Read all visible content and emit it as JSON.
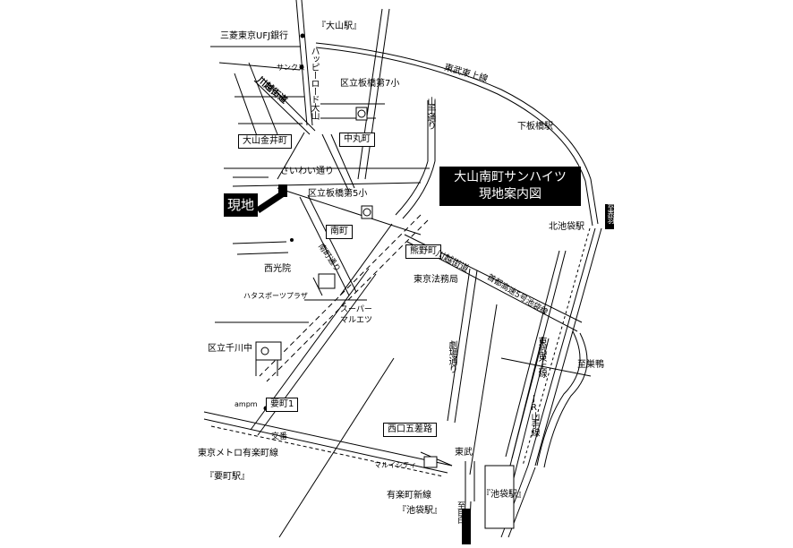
{
  "title": {
    "line1": "大山南町サンハイツ",
    "line2": "現地案内図"
  },
  "site_marker": "現地",
  "boxes": {
    "oyama_kanaicho": "大山金井町",
    "nakamarucho": "中丸町",
    "minamicho": "南町",
    "kumanocho": "熊野町",
    "kanamecho1": "要町1",
    "nishiguchi": "西口五差路"
  },
  "stations": {
    "oyama": "『大山駅』",
    "kanamecho": "『要町駅』",
    "ikebukuro_tobu": "『池袋駅』",
    "ikebukuro_yurakucho": "『池袋駅』"
  },
  "labels": {
    "mufg": "三菱東京UFJ銀行",
    "sunkus": "サンクス",
    "happy_road": "ハッピーロード大山",
    "itabashi7": "区立板橋第7小",
    "tobu_tojo": "東武東上線",
    "shimoitabashi": "下板橋駅",
    "yamate_dori": "山手通り",
    "kawagoe_kaido_top": "川越街道",
    "saiwai_dori": "さいわい通り",
    "itabashi5": "区立板橋第5小",
    "kitaikebukuro": "北池袋駅",
    "saikoin": "西光院",
    "hatasu": "ハタスポーツプラザ",
    "super_marue": "スーパーマルエツ",
    "minami_dori": "南町通り",
    "kawagoe_kaido_mid": "川越街道",
    "tokyo_houmukyoku": "東京法務局",
    "shutoko": "首都高速5号池袋線",
    "senkawa_chu": "区立千川中",
    "gekijo_dori": "劇場通り",
    "tobu_line": "東武東上線",
    "ikebukuro_sen": "JR山手線",
    "sugamo": "至巣鴨",
    "ampm": "ampm",
    "koban": "交番",
    "yurakucho_line": "東京メトロ有楽町線",
    "yurakucho_shinsen": "有楽町新線",
    "marui": "マルイシティ",
    "tobu": "東武",
    "mejiro": "至目白",
    "okaya": "至赤羽"
  }
}
